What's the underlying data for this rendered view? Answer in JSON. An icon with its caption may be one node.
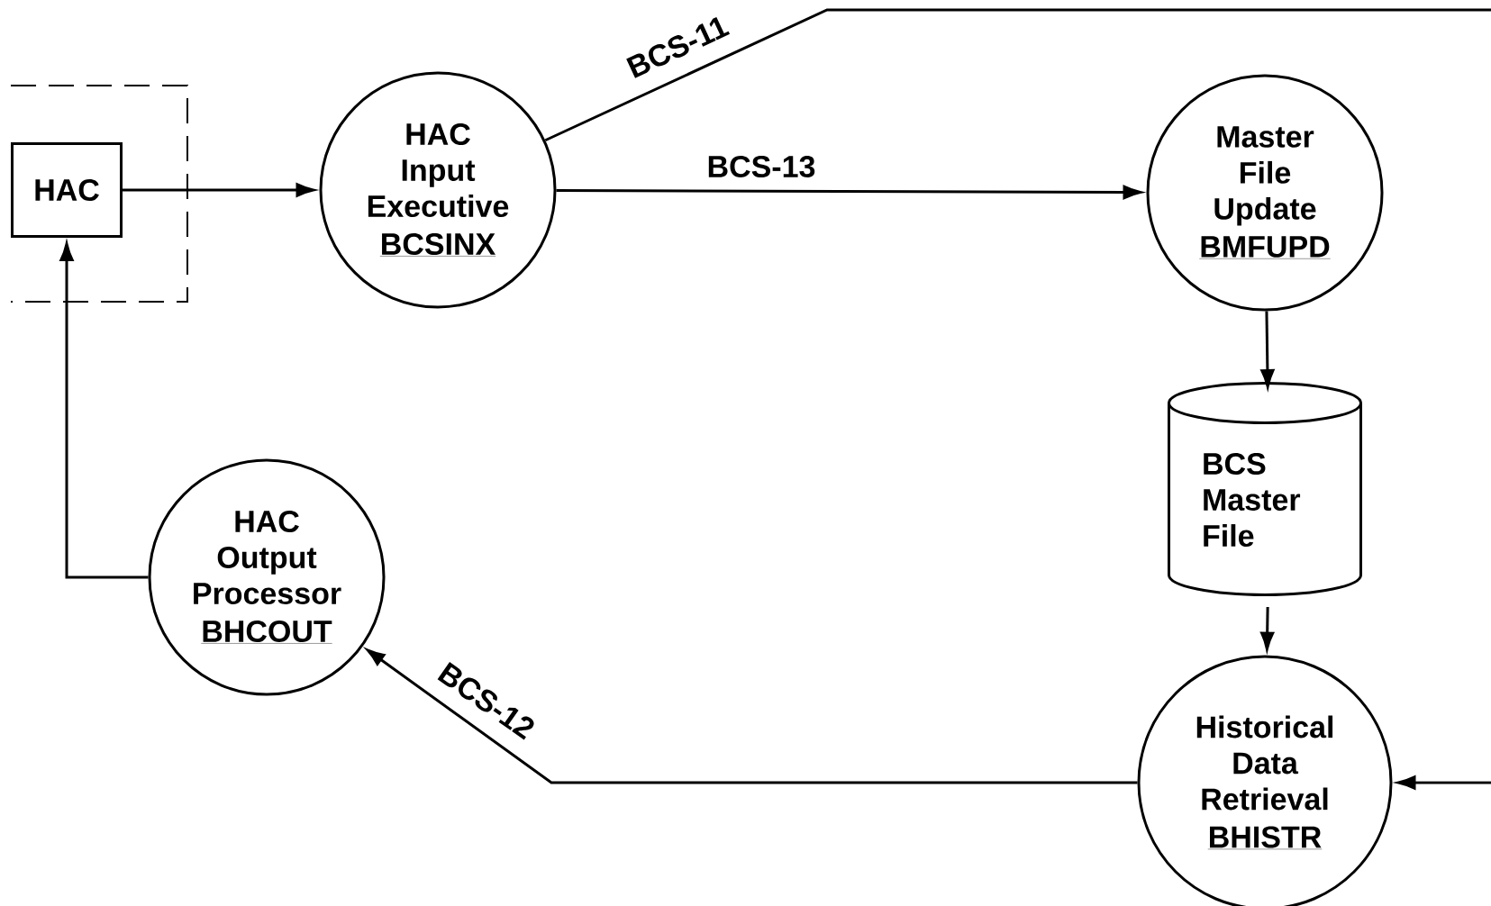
{
  "diagram": {
    "nodes": [
      {
        "text": [],
        "shape": "box"
      },
      {
        "text": [
          "HAC"
        ],
        "in": 0
      },
      {
        "text": [
          "HAC Input Executive",
          "BCSINX"
        ]
      },
      {
        "text": [
          "Master File Update",
          "BMFUPD"
        ]
      },
      {
        "text": [
          "BCS Master File"
        ]
      },
      {
        "text": [
          "Historical Data Retrieval",
          "BHISTR"
        ]
      },
      {
        "text": [
          "HAC Output Processor",
          "BHCOUT"
        ]
      }
    ],
    "edges": [
      {
        "from": 1,
        "to": 2,
        "arrow": "to"
      },
      {
        "from": 2,
        "to": null,
        "arrow": "none",
        "label": "BCS-11"
      },
      {
        "from": 2,
        "to": 3,
        "arrow": "to",
        "label": "BCS-13"
      },
      {
        "from": 3,
        "to": 4,
        "arrow": "to"
      },
      {
        "from": 4,
        "to": 5,
        "arrow": "to"
      },
      {
        "from": null,
        "to": 5,
        "arrow": "to"
      },
      {
        "from": 5,
        "to": 6,
        "arrow": "to",
        "label": "BCS-12"
      },
      {
        "from": 6,
        "to": 1,
        "arrow": "to"
      }
    ]
  }
}
